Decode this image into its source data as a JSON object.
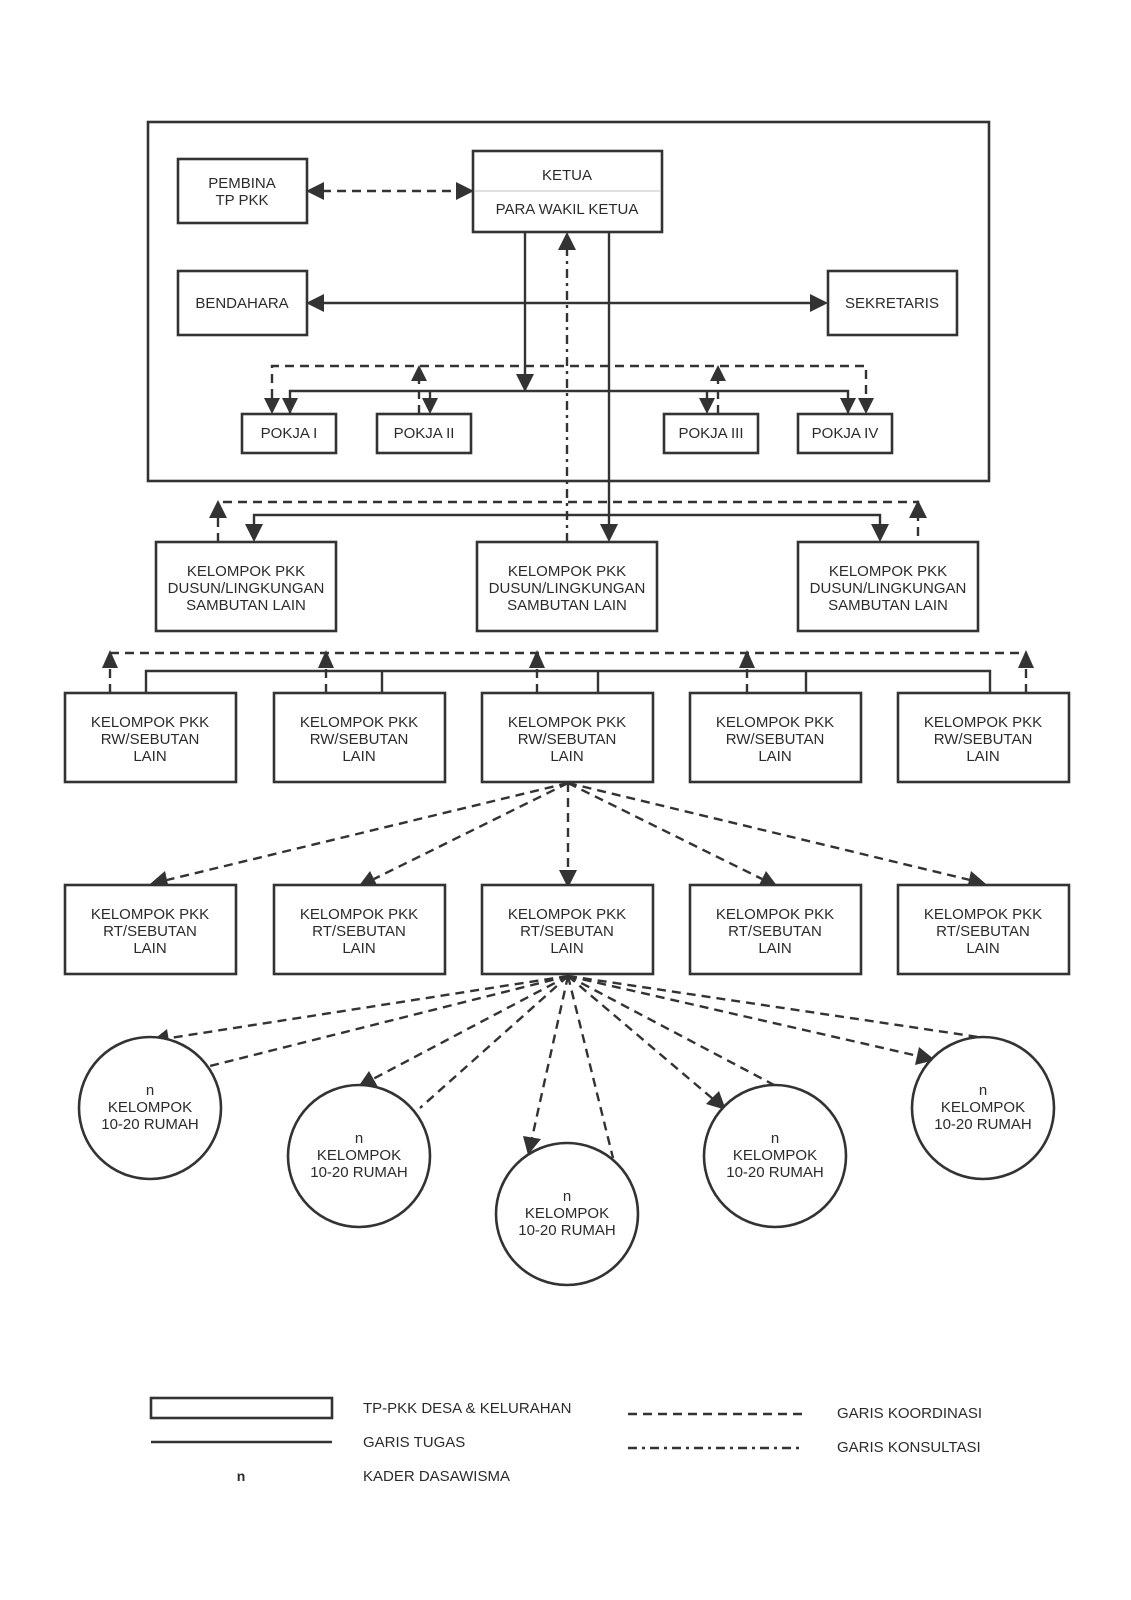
{
  "top": {
    "pembina": [
      "PEMBINA",
      "TP PKK"
    ],
    "ketua": "KETUA",
    "wakil": "PARA WAKIL KETUA",
    "bendahara": "BENDAHARA",
    "sekretaris": "SEKRETARIS",
    "pokja": [
      "POKJA I",
      "POKJA II",
      "POKJA III",
      "POKJA IV"
    ]
  },
  "dusun": {
    "lines": [
      "KELOMPOK PKK",
      "DUSUN/LINGKUNGAN",
      "SAMBUTAN LAIN"
    ]
  },
  "rw": {
    "lines": [
      "KELOMPOK PKK",
      "RW/SEBUTAN",
      "LAIN"
    ]
  },
  "rt": {
    "lines": [
      "KELOMPOK PKK",
      "RT/SEBUTAN",
      "LAIN"
    ]
  },
  "rumah": {
    "lines": [
      "n",
      "KELOMPOK",
      "10-20 RUMAH"
    ]
  },
  "legend": {
    "tp_pkk": "TP-PKK DESA & KELURAHAN",
    "garis_tugas": "GARIS TUGAS",
    "kader_symbol": "n",
    "kader": "KADER DASAWISMA",
    "garis_koordinasi": "GARIS KOORDINASI",
    "garis_konsultasi": "GARIS KONSULTASI"
  }
}
